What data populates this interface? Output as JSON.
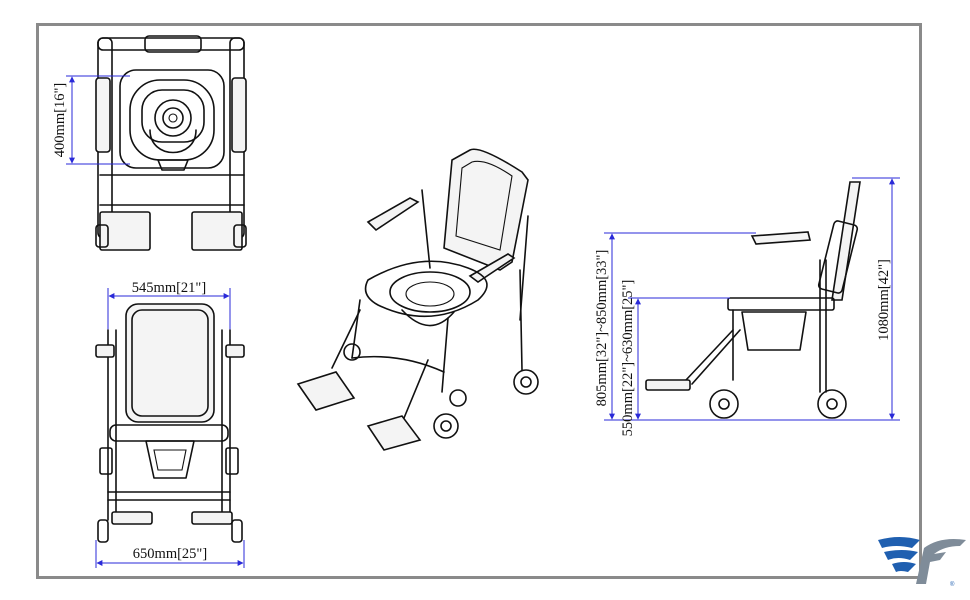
{
  "dimensions": {
    "top_seat_depth": "400mm[16\"]",
    "front_width": "545mm[21\"]",
    "rear_width": "650mm[25\"]",
    "side_armrest_height": "805mm[32\"]~850mm[33\"]",
    "side_seat_height": "550mm[22\"]~630mm[25\"]",
    "side_total_height": "1080mm[42\"]"
  },
  "logo": {
    "name": "wing-logo",
    "colors": [
      "#1f5fb0",
      "#7f8c99"
    ],
    "mark": "®"
  },
  "colors": {
    "line": "#111111",
    "dimension": "#2a2ad8",
    "frame": "#8a8a8a"
  }
}
